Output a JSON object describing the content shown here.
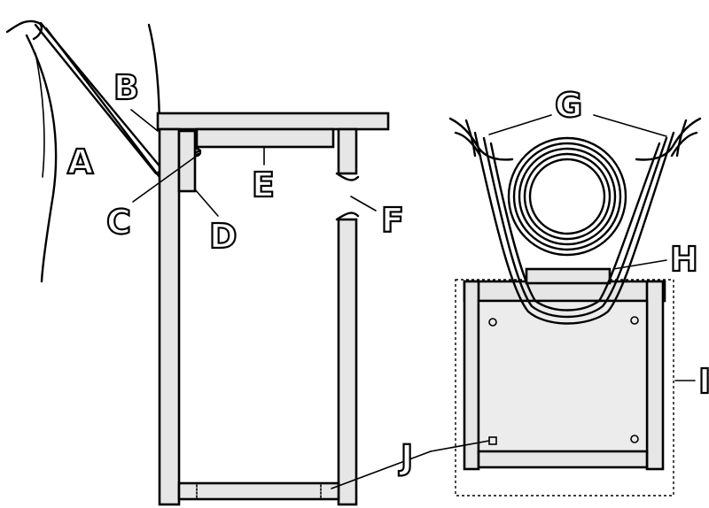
{
  "labels": {
    "a": "A",
    "b": "B",
    "c": "C",
    "d": "D",
    "e": "E",
    "f": "F",
    "g": "G",
    "h": "H",
    "i": "I",
    "j": "J"
  },
  "colors": {
    "ink": "#000000",
    "board_fill": "#e6e6e6",
    "background": "#ffffff"
  }
}
